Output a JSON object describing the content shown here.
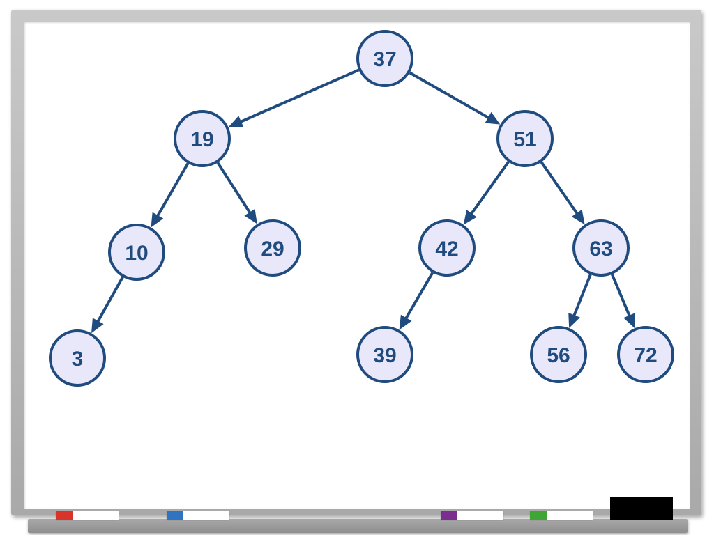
{
  "diagram": {
    "type": "binary-search-tree",
    "colors": {
      "node_fill": "#e8e8fa",
      "node_stroke": "#1f4b7f",
      "label": "#1f4b7f",
      "edge": "#1f4b7f"
    },
    "nodes": [
      {
        "id": "n37",
        "label": "37"
      },
      {
        "id": "n19",
        "label": "19"
      },
      {
        "id": "n51",
        "label": "51"
      },
      {
        "id": "n10",
        "label": "10"
      },
      {
        "id": "n29",
        "label": "29"
      },
      {
        "id": "n42",
        "label": "42"
      },
      {
        "id": "n63",
        "label": "63"
      },
      {
        "id": "n3",
        "label": "3"
      },
      {
        "id": "n39",
        "label": "39"
      },
      {
        "id": "n56",
        "label": "56"
      },
      {
        "id": "n72",
        "label": "72"
      }
    ],
    "edges": [
      {
        "from": "n37",
        "to": "n19"
      },
      {
        "from": "n37",
        "to": "n51"
      },
      {
        "from": "n19",
        "to": "n10"
      },
      {
        "from": "n19",
        "to": "n29"
      },
      {
        "from": "n51",
        "to": "n42"
      },
      {
        "from": "n51",
        "to": "n63"
      },
      {
        "from": "n10",
        "to": "n3"
      },
      {
        "from": "n42",
        "to": "n39"
      },
      {
        "from": "n63",
        "to": "n56"
      },
      {
        "from": "n63",
        "to": "n72"
      }
    ]
  },
  "whiteboard": {
    "markers": [
      {
        "name": "red-marker",
        "color": "#d9342b"
      },
      {
        "name": "blue-marker",
        "color": "#2e74c0"
      },
      {
        "name": "purple-marker",
        "color": "#7a2e8e"
      },
      {
        "name": "green-marker",
        "color": "#3fa535"
      }
    ],
    "eraser_color": "#000000"
  }
}
